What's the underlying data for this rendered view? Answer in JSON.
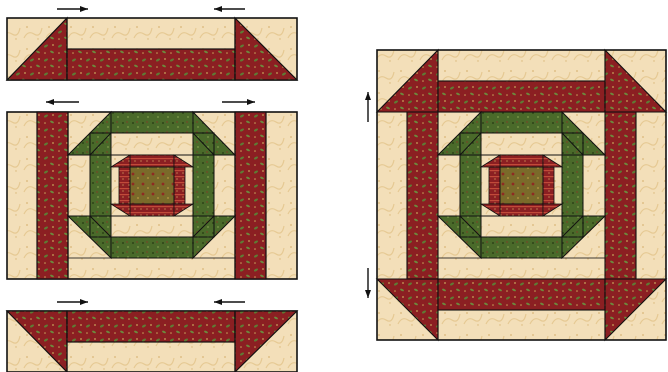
{
  "figure": {
    "kind": "quilt block assembly diagram",
    "colors": {
      "cream": "#f3dfb9",
      "cream_dark": "#e8cc98",
      "red": "#8b1f22",
      "red_dark": "#6e1719",
      "green": "#4a6a2a",
      "green_dark": "#37501d",
      "center": "#7a6a2a",
      "outline": "#111111"
    },
    "icons": {
      "arrow_right": "press-arrow-right-icon",
      "arrow_left": "press-arrow-left-icon",
      "arrow_up": "press-arrow-up-icon",
      "arrow_down": "press-arrow-down-icon"
    },
    "pressing_arrows": {
      "top_row": [
        "right",
        "left"
      ],
      "middle_row": [
        "left",
        "right"
      ],
      "bottom_row": [
        "right",
        "left"
      ],
      "finished_block": [
        "up",
        "down"
      ]
    },
    "panels": [
      "top-border-row",
      "middle-section",
      "bottom-border-row",
      "finished-block"
    ]
  }
}
